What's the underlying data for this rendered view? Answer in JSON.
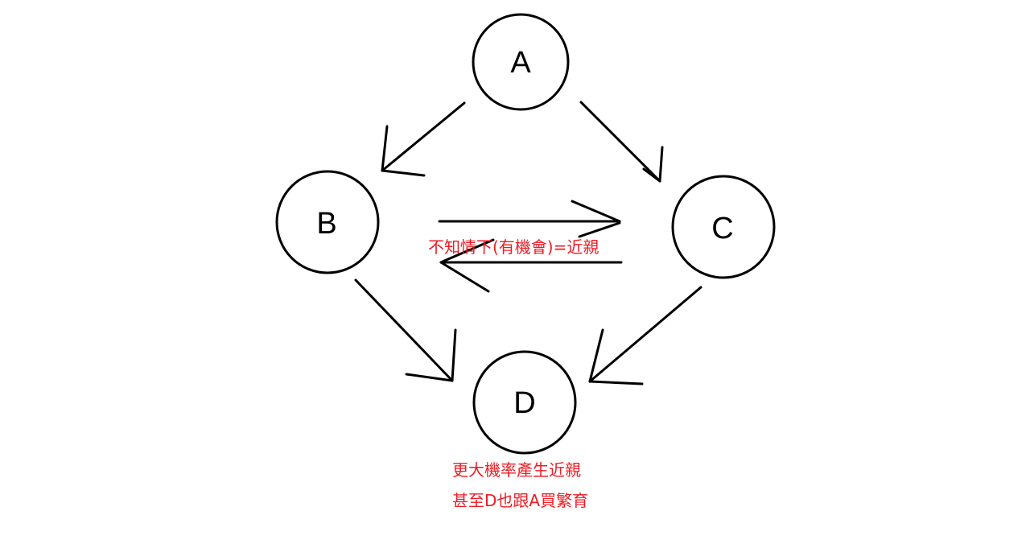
{
  "nodes": {
    "a": "A",
    "b": "B",
    "c": "C",
    "d": "D"
  },
  "notes": {
    "middle": "不知情下(有機會)=近親",
    "bottom_line1": "更大機率產生近親",
    "bottom_line2": "甚至D也跟A買繁育"
  },
  "colors": {
    "line": "#000000",
    "note": "#ee1c24"
  }
}
